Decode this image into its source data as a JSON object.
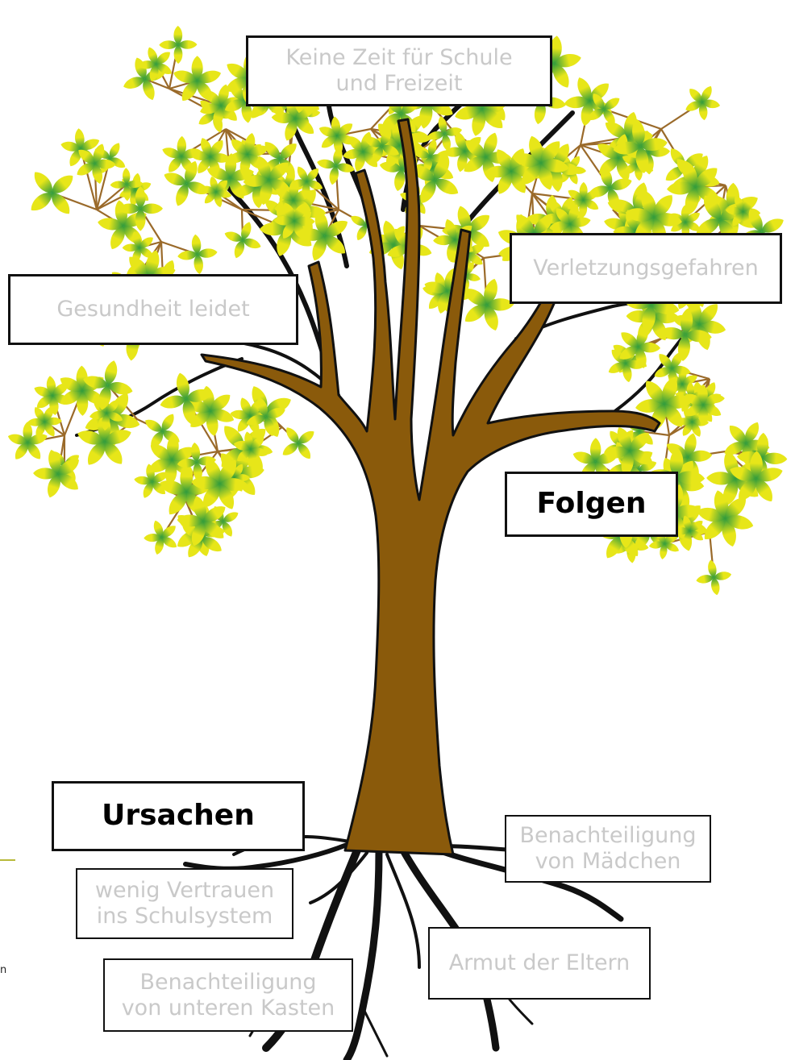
{
  "colors": {
    "trunk": "#8a5a0b",
    "outline": "#111111",
    "leaf_dark": "#2e9a3c",
    "leaf_light": "#e7e619",
    "twig": "#9a6a2a",
    "root": "#111111",
    "faint_text": "#c9c9c9",
    "strong_text": "#000000",
    "accent": "#b8ba3a"
  },
  "diagram": {
    "consequences_label": "Folgen",
    "causes_label": "Ursachen",
    "consequences": [
      "Keine Zeit für Schule\nund Freizeit",
      "Verletzungsgefahren",
      "Gesundheit leidet"
    ],
    "causes": [
      "Benachteiligung\nvon Mädchen",
      "wenig Vertrauen\nins Schulsystem",
      "Armut der Eltern",
      "Benachteiligung\nvon unteren Kasten"
    ]
  },
  "margin": {
    "letter": "n"
  }
}
